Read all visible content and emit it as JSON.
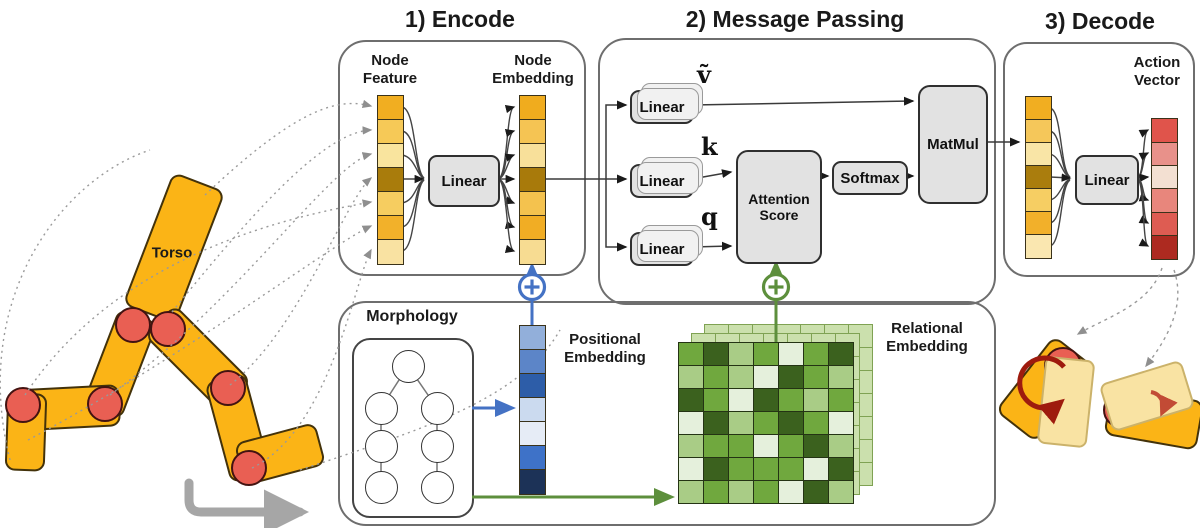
{
  "figure": {
    "titles": {
      "encode": "1) Encode",
      "message_passing": "2) Message Passing",
      "decode": "3) Decode"
    },
    "labels": {
      "node_feature": "Node Feature",
      "node_embedding": "Node Embedding",
      "action_vector": "Action Vector",
      "morphology": "Morphology",
      "positional_embedding": "Positional Embedding",
      "relational_embedding": "Relational Embedding",
      "torso": "Torso"
    },
    "ops": {
      "linear": "Linear",
      "attention_score": "Attention Score",
      "softmax": "Softmax",
      "matmul": "MatMul"
    },
    "math": {
      "v_tilde": "ṽ",
      "k": "k",
      "q": "q"
    }
  },
  "columns": {
    "node_feature": [
      "#F1AE21",
      "#F6C957",
      "#F9E49E",
      "#A97C0C",
      "#F6CD60",
      "#F2B12A",
      "#F9E2A2"
    ],
    "node_embedding": [
      "#F0AC1E",
      "#F5C453",
      "#F8E09A",
      "#A87A0B",
      "#F4C24E",
      "#F1AD24",
      "#F7DC92"
    ],
    "positional": [
      "#92AFDA",
      "#5C85C8",
      "#2D5DA8",
      "#CBDAEF",
      "#E6ECF6",
      "#3E72C8",
      "#1C3257"
    ],
    "decode_input": [
      "#F1AE21",
      "#F5C75A",
      "#F9E5A6",
      "#AA7D0D",
      "#F6CE63",
      "#F2B02A",
      "#FAE7B0"
    ],
    "action": [
      "#E0544B",
      "#E8918A",
      "#F3E0D2",
      "#E8867C",
      "#DE5C52",
      "#AD2A20"
    ]
  },
  "relational_grid": {
    "palette": {
      "D": "#3B611E",
      "M": "#70A83E",
      "L": "#A9CC86",
      "P": "#E5F0DC"
    },
    "back_fill": "#CBE0AD",
    "shades": [
      [
        "M",
        "D",
        "L",
        "M",
        "P",
        "M",
        "D"
      ],
      [
        "L",
        "M",
        "L",
        "P",
        "D",
        "M",
        "L"
      ],
      [
        "D",
        "M",
        "P",
        "D",
        "M",
        "L",
        "M"
      ],
      [
        "P",
        "D",
        "L",
        "M",
        "D",
        "M",
        "P"
      ],
      [
        "L",
        "M",
        "M",
        "P",
        "M",
        "D",
        "L"
      ],
      [
        "P",
        "D",
        "M",
        "M",
        "M",
        "P",
        "D"
      ],
      [
        "L",
        "M",
        "L",
        "M",
        "P",
        "D",
        "L"
      ]
    ]
  },
  "colors": {
    "accent_blue": "#4472C4",
    "accent_green": "#5D8F3C",
    "body_orange": "#FBB416",
    "joint_red": "#E95F53",
    "action_arrow_red": "#9E1B0E"
  }
}
